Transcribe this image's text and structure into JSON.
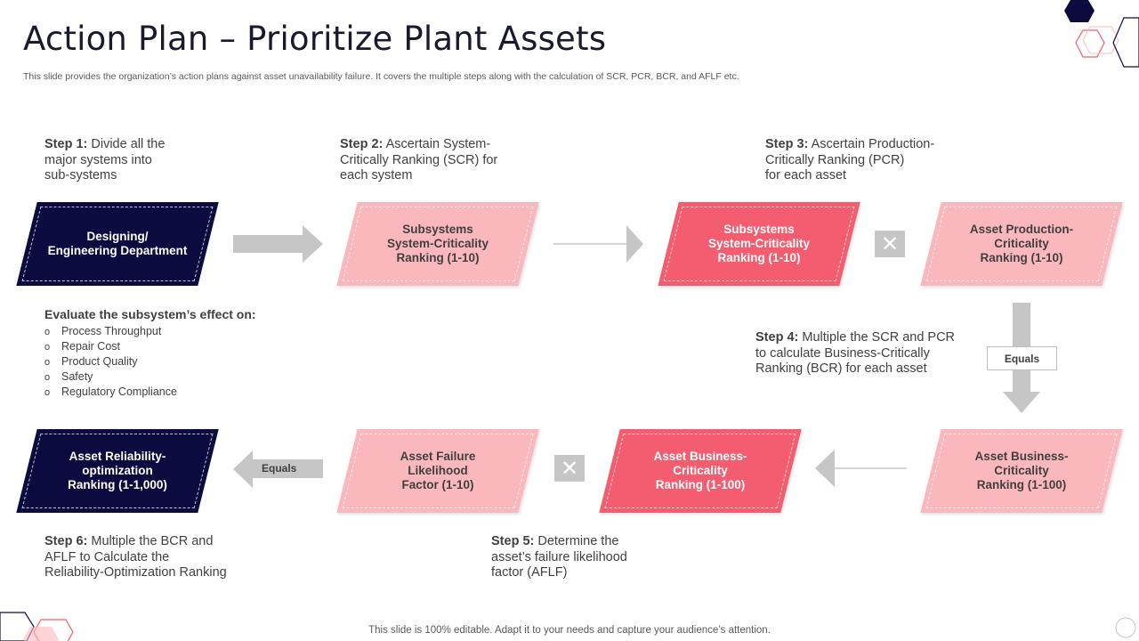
{
  "title": "Action Plan – Prioritize Plant Assets",
  "subtitle": "This slide provides the organization’s action plans against asset unavailability failure. It covers the multiple steps along with the calculation of SCR, PCR,  BCR, and AFLF etc.",
  "steps": [
    {
      "label": "Step 1:",
      "text": " Divide all the\nmajor systems into\nsub-systems"
    },
    {
      "label": "Step 2:",
      "text": " Ascertain System-\nCritically Ranking (SCR) for\neach system"
    },
    {
      "label": "Step 3:",
      "text": " Ascertain Production-\nCritically Ranking (PCR)\nfor each asset"
    },
    {
      "label": "Step 4:",
      "text": " Multiple the SCR and PCR\nto calculate Business-Critically\nRanking (BCR) for each asset"
    },
    {
      "label": "Step 5:",
      "text": " Determine the\nasset’s failure likelihood\nfactor (AFLF)"
    },
    {
      "label": "Step 6:",
      "text": " Multiple the BCR and\nAFLF to Calculate the\nReliability-Optimization Ranking"
    }
  ],
  "boxes": {
    "designing": "Designing/\nEngineering Department",
    "scr_light": "Subsystems\nSystem-Criticality\nRanking (1-10)",
    "scr_red": "Subsystems\nSystem-Criticality\nRanking (1-10)",
    "pcr": "Asset Production-\nCriticality\nRanking (1-10)",
    "bcr_right": "Asset Business-\nCriticality\nRanking (1-100)",
    "bcr_red": "Asset Business-\nCriticality\nRanking (1-100)",
    "aflf": "Asset Failure\nLikelihood\nFactor (1-10)",
    "reliability": "Asset Reliability-\noptimization\nRanking (1-1,000)"
  },
  "operators": {
    "multiply_1": "✕",
    "multiply_2": "✕",
    "equals_down": "Equals",
    "equals_left": "Equals"
  },
  "evaluate": {
    "title": "Evaluate the subsystem’s effect on:",
    "items": [
      "Process Throughput",
      "Repair Cost",
      "Product Quality",
      "Safety",
      "Regulatory Compliance"
    ]
  },
  "footer": "This slide is 100% editable. Adapt it to your needs and capture your audience’s attention.",
  "colors": {
    "navy": "#0b0b3f",
    "pink_light": "#fbb8bc",
    "pink_red": "#f45d6f",
    "arrow_gray": "#c6c6c6"
  }
}
